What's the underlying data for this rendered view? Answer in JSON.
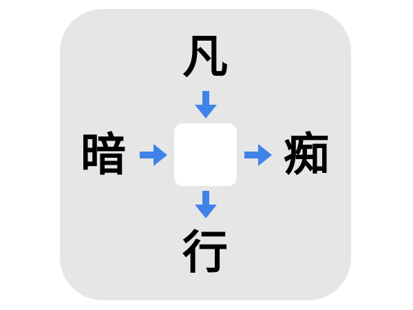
{
  "puzzle": {
    "type": "kanji-fill-in-center",
    "top": "凡",
    "left": "暗",
    "right": "痴",
    "bottom": "行",
    "center_blank": "",
    "arrow_color": "#3f82ea",
    "panel_color": "#e6e6e6"
  }
}
